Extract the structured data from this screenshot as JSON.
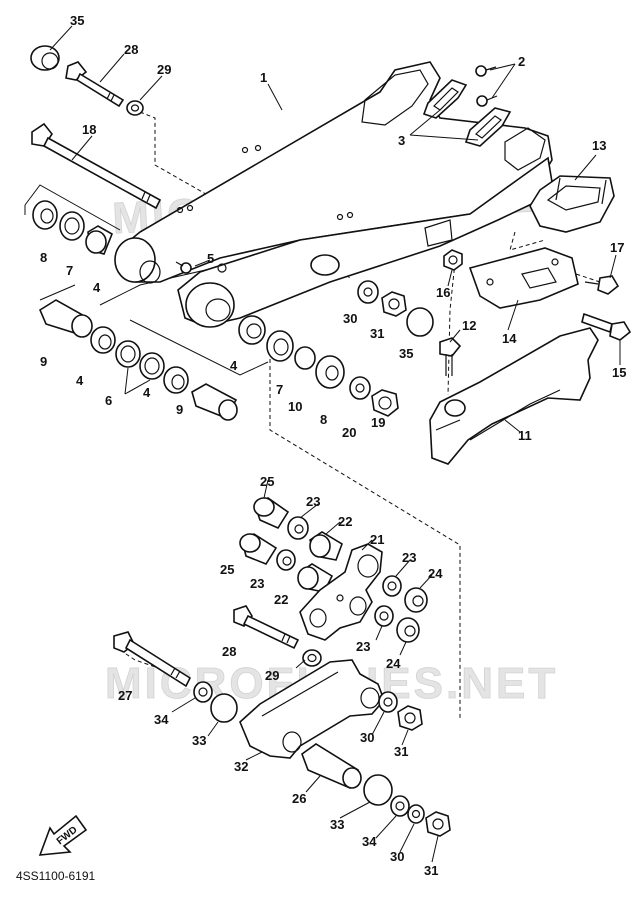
{
  "watermark": "MICROFICHES.NET",
  "diagram_code": "4SS1100-6191",
  "fwd_label": "FWD",
  "callouts": {
    "c1": "1",
    "c2": "2",
    "c3": "3",
    "c4a": "4",
    "c4b": "4",
    "c4c": "4",
    "c4d": "4",
    "c5": "5",
    "c6": "6",
    "c7a": "7",
    "c7b": "7",
    "c8a": "8",
    "c8b": "8",
    "c9a": "9",
    "c9b": "9",
    "c10": "10",
    "c11": "11",
    "c12": "12",
    "c13": "13",
    "c14": "14",
    "c15": "15",
    "c16": "16",
    "c17": "17",
    "c18": "18",
    "c19": "19",
    "c20": "20",
    "c21": "21",
    "c22a": "22",
    "c22b": "22",
    "c23a": "23",
    "c23b": "23",
    "c23c": "23",
    "c23d": "23",
    "c24a": "24",
    "c24b": "24",
    "c25a": "25",
    "c25b": "25",
    "c26": "26",
    "c27": "27",
    "c28a": "28",
    "c28b": "28",
    "c29a": "29",
    "c29b": "29",
    "c30a": "30",
    "c30b": "30",
    "c30c": "30",
    "c31a": "31",
    "c31b": "31",
    "c31c": "31",
    "c32": "32",
    "c33a": "33",
    "c33b": "33",
    "c34a": "34",
    "c34b": "34",
    "c35a": "35",
    "c35b": "35"
  }
}
